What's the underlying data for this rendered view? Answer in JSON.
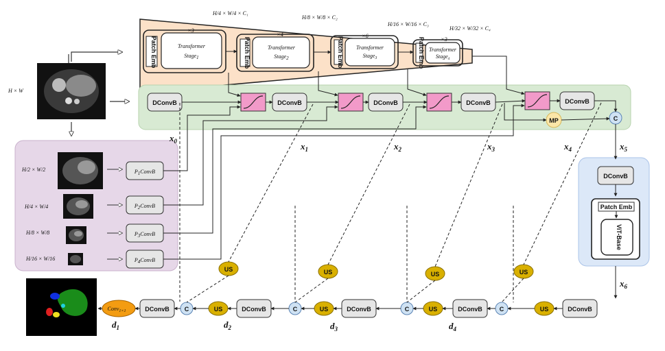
{
  "labels": {
    "input_size": "H × W",
    "dconvb": "DConvB",
    "mp": "MP",
    "concat": "C",
    "upsample": "US",
    "patch_emb": "Patch Emb",
    "vit_base": "ViT-Base",
    "conv_out": "Conv",
    "conv_out_sub": "1×1",
    "transformer": "Transformer",
    "stage": "Stage"
  },
  "encoder": {
    "stages": [
      {
        "repeat": "×3",
        "sub": "1",
        "dims": "H/4 × W/4 × C₁"
      },
      {
        "repeat": "×4",
        "sub": "2",
        "dims": "H/8 × W/8 × C₂"
      },
      {
        "repeat": "×6",
        "sub": "3",
        "dims": "H/16 × W/16 × C₃"
      },
      {
        "repeat": "×3",
        "sub": "4",
        "dims": "H/32 × W/32 × C₄"
      }
    ]
  },
  "pyramid": [
    {
      "scale": "H/2 × W/2",
      "conv": "P",
      "sub": "1",
      "conv_suffix": "ConvB"
    },
    {
      "scale": "H/4 × W/4",
      "conv": "P",
      "sub": "2",
      "conv_suffix": "ConvB"
    },
    {
      "scale": "H/8 × W/8",
      "conv": "P",
      "sub": "3",
      "conv_suffix": "ConvB"
    },
    {
      "scale": "H/16 × W/16",
      "conv": "P",
      "sub": "4",
      "conv_suffix": "ConvB"
    }
  ],
  "skip_labels": [
    "x",
    "x",
    "x",
    "x",
    "x",
    "x",
    "x"
  ],
  "skip_subs": [
    "0",
    "1",
    "2",
    "3",
    "4",
    "5",
    "6"
  ],
  "decoder_labels": [
    "d",
    "d",
    "d",
    "d"
  ],
  "decoder_subs": [
    "1",
    "2",
    "3",
    "4"
  ],
  "colors": {
    "encoder_fill": "#fce1c8",
    "green_fill": "#d8ead3",
    "purple_fill": "#e6d7e8",
    "blue_fill": "#dce8f8",
    "gate_fill": "#f29ac9",
    "dconv_fill": "#e6e6e6",
    "us_fill": "#d9b000",
    "concat_fill": "#cfe2f3",
    "mp_fill": "#fbe6a8",
    "out_fill": "#f39c12"
  }
}
